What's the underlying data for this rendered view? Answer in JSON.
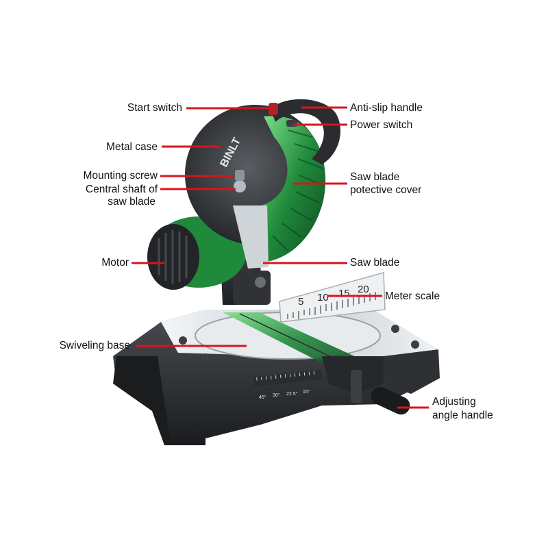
{
  "brand": {
    "logo_text": "BINLT"
  },
  "colors": {
    "leader": "#d8141e",
    "machine_dark": "#2b2d30",
    "accent_green": "#1f8a3a",
    "steel": "#d9dde1"
  },
  "labels": {
    "start_switch": "Start switch",
    "metal_case": "Metal case",
    "mounting_screw": "Mounting screw",
    "central_shaft_1": "Central shaft of",
    "central_shaft_2": "saw blade",
    "motor": "Motor",
    "swiveling_base": "Swiveling base",
    "anti_slip_handle": "Anti-slip handle",
    "power_switch": "Power switch",
    "blade_cover_1": "Saw blade",
    "blade_cover_2": "potective cover",
    "saw_blade": "Saw blade",
    "meter_scale": "Meter scale",
    "adjusting_1": "Adjusting",
    "adjusting_2": "angle handle"
  },
  "scale": {
    "numbers": [
      "5",
      "10",
      "15",
      "20"
    ]
  },
  "protractor": {
    "marks": [
      "45°",
      "30°",
      "22.5°",
      "15°"
    ]
  }
}
